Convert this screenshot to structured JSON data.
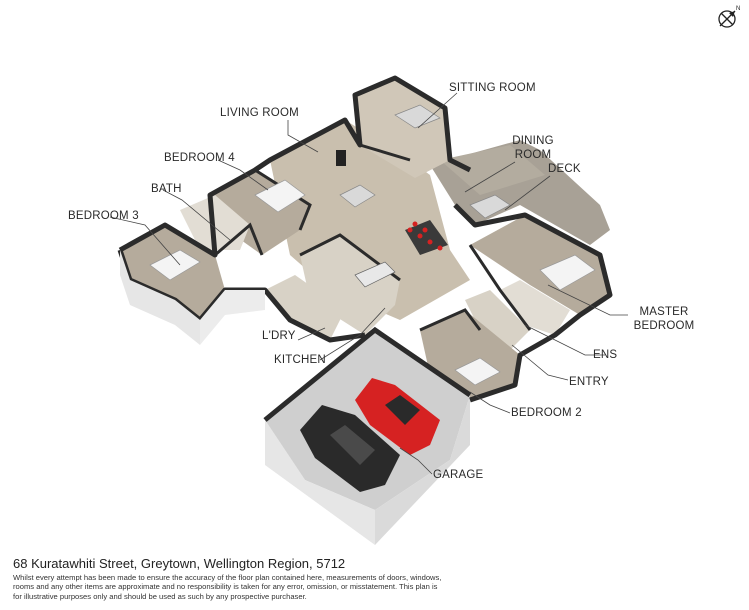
{
  "rooms": {
    "sitting_room": "SITTING ROOM",
    "living_room": "LIVING ROOM",
    "dining_room_line1": "DINING",
    "dining_room_line2": "ROOM",
    "bedroom_4": "BEDROOM 4",
    "deck": "DECK",
    "bath": "BATH",
    "bedroom_3": "BEDROOM 3",
    "master_bedroom_line1": "MASTER",
    "master_bedroom_line2": "BEDROOM",
    "laundry": "L'DRY",
    "ensuite": "ENS",
    "kitchen": "KITCHEN",
    "entry": "ENTRY",
    "bedroom_2": "BEDROOM 2",
    "garage": "GARAGE"
  },
  "compass": {
    "letter": "N",
    "icon": "north-arrow-icon"
  },
  "colors": {
    "wall_top": "#2b2b2b",
    "wall_side": "#e6e6e6",
    "floor_wood": "#c9bfae",
    "floor_tile": "#d8d2c6",
    "floor_carpet": "#b5ab9c",
    "deck": "#a8a196",
    "garage_floor": "#cfcfcf",
    "car_red": "#d62222",
    "car_black": "#2a2a2a",
    "leader_line": "#444444"
  },
  "footer": {
    "address": "68 Kuratawhiti Street, Greytown, Wellington Region, 5712",
    "disclaimer": "Whilst every attempt has been made to ensure the accuracy of the floor plan contained here, measurements of doors, windows, rooms and any other items are approximate and no responsibility is taken for any error, omission, or misstatement. This plan is for illustrative purposes only and should be used as such by any prospective purchaser."
  }
}
